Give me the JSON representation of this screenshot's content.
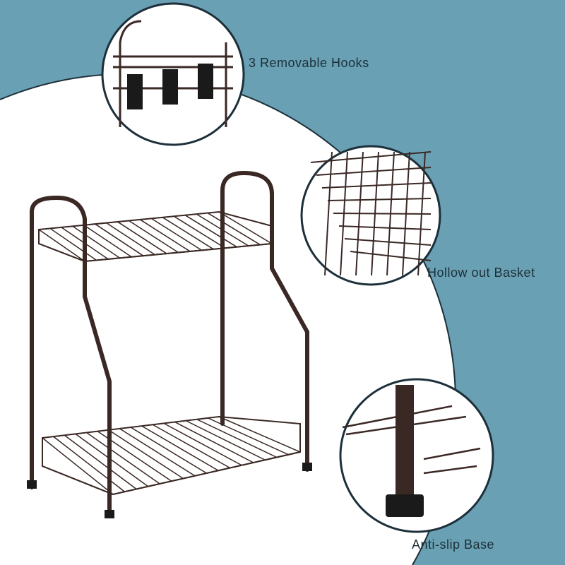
{
  "colors": {
    "background": "#6aa0b3",
    "panel": "#ffffff",
    "metal": "#3a2824",
    "text": "#1c2f3a"
  },
  "features": [
    {
      "label": "3 Removable Hooks",
      "icon": "hooks-detail"
    },
    {
      "label": "Hollow out Basket",
      "icon": "basket-detail"
    },
    {
      "label": "Anti-slip Base",
      "icon": "foot-detail"
    }
  ]
}
